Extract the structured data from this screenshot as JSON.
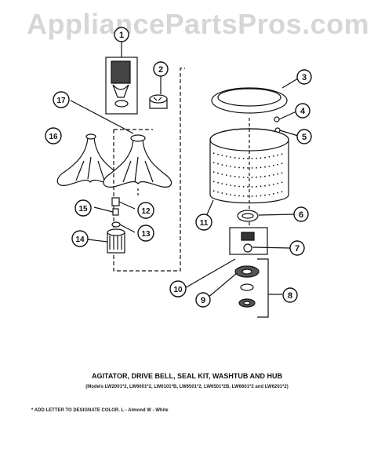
{
  "watermark": "AppliancePartsPros.com",
  "title": "AGITATOR, DRIVE BELL, SEAL KIT, WASHTUB AND HUB",
  "models": "(Models LW2001*2, LW6001*2, LW6101*B, LW6501*2, LW6501*2B, LW6601*2 and LW6201*2)",
  "note": "* ADD LETTER TO DESIGNATE COLOR.  L - Almond  W - White",
  "callouts": [
    "1",
    "2",
    "3",
    "4",
    "5",
    "6",
    "7",
    "8",
    "9",
    "10",
    "11",
    "12",
    "13",
    "14",
    "15",
    "16",
    "17"
  ]
}
